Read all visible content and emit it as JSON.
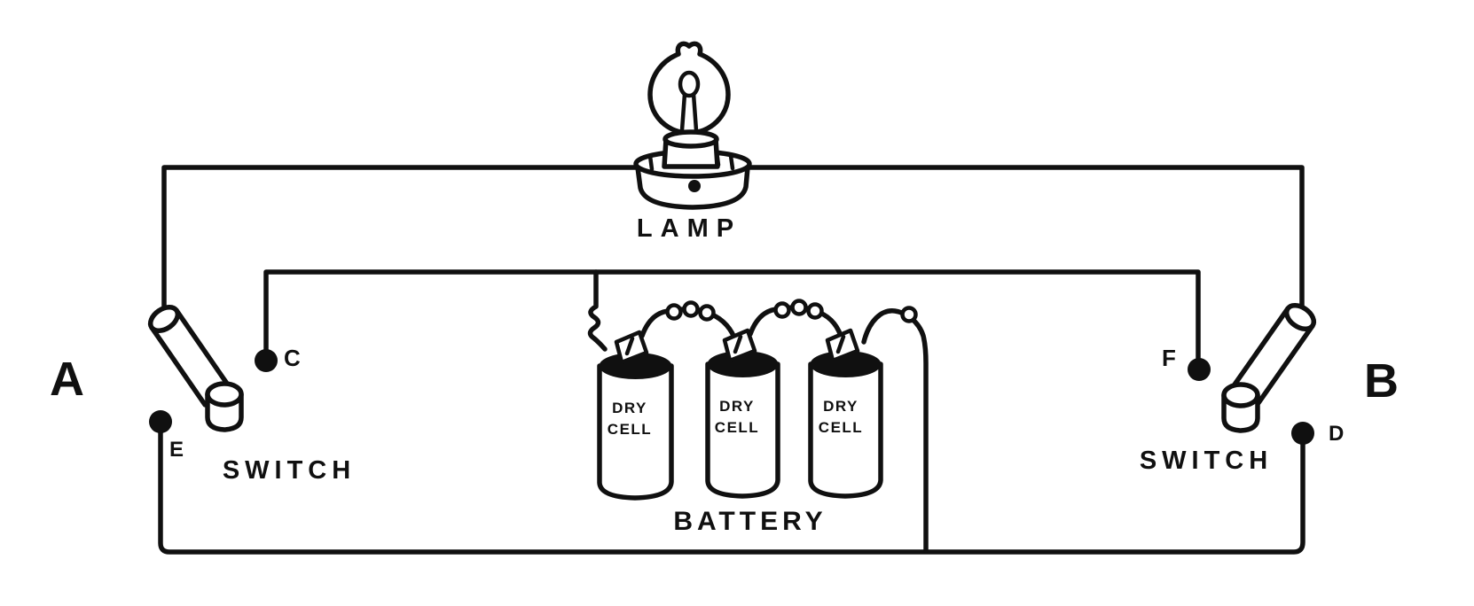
{
  "figure": {
    "colors": {
      "ink": "#101010",
      "background": "#ffffff"
    },
    "lamp": {
      "label": "LAMP"
    },
    "battery": {
      "label": "BATTERY",
      "cells": [
        {
          "line1": "DRY",
          "line2": "CELL"
        },
        {
          "line1": "DRY",
          "line2": "CELL"
        },
        {
          "line1": "DRY",
          "line2": "CELL"
        }
      ]
    },
    "switch_a": {
      "name": "A",
      "label": "SWITCH",
      "terminal_upper": "C",
      "terminal_lower": "E"
    },
    "switch_b": {
      "name": "B",
      "label": "SWITCH",
      "terminal_upper": "F",
      "terminal_lower": "D"
    }
  }
}
